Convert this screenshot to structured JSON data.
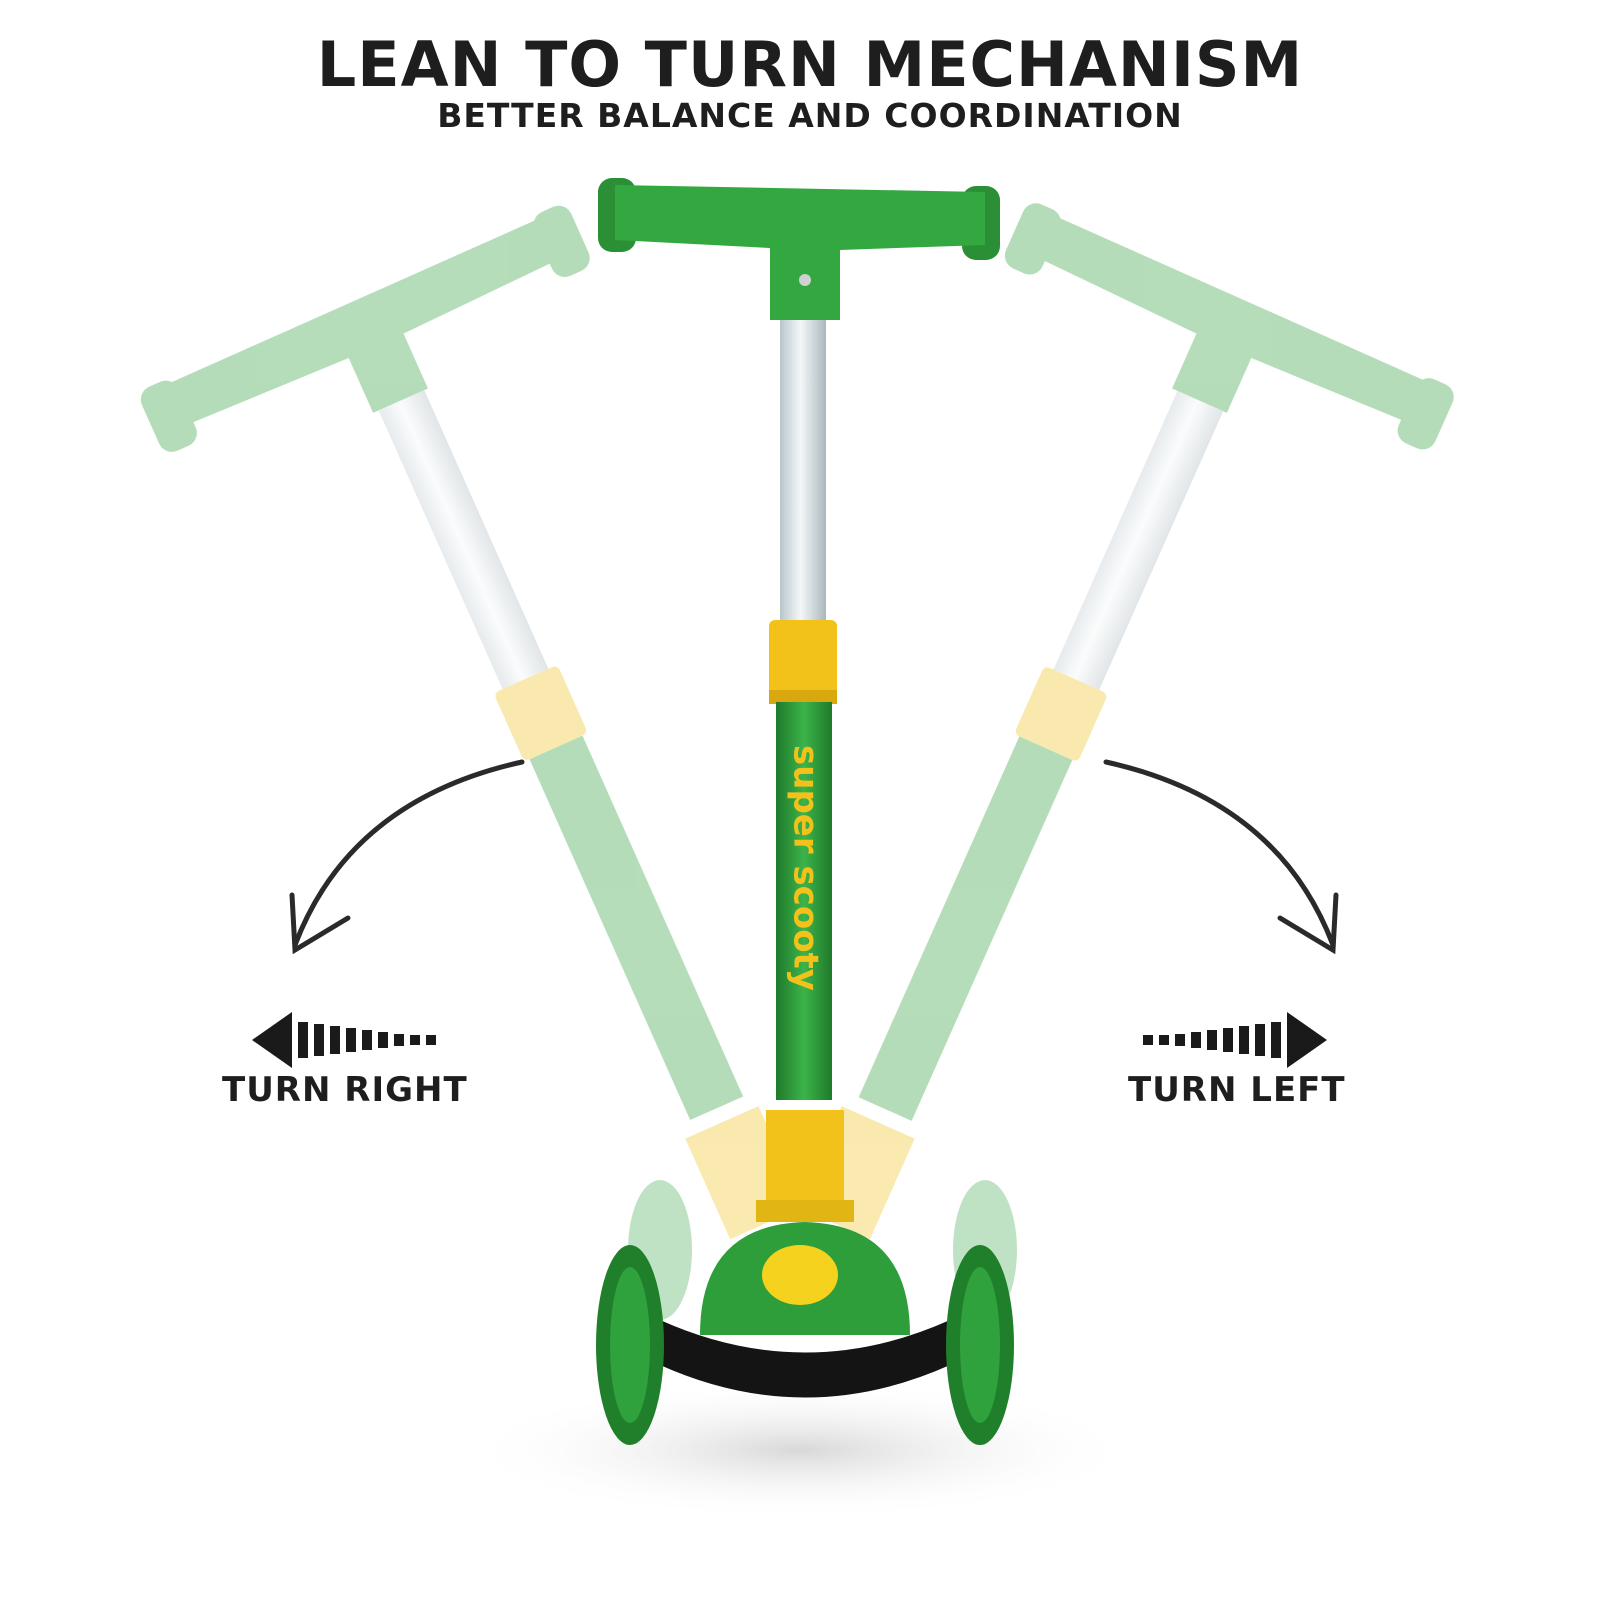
{
  "header": {
    "title": "LEAN TO TURN MECHANISM",
    "subtitle": "BETTER BALANCE AND COORDINATION"
  },
  "directions": {
    "left_side_label": "TURN RIGHT",
    "right_side_label": "TURN LEFT"
  },
  "stem_lettering": "super scooty",
  "colors": {
    "primary_green": "#2e9e3a",
    "accent_yellow": "#f2c21b",
    "text_dark": "#1e1e1e"
  },
  "icons": {
    "curved_arrow_left": "curved-arrow-left-icon",
    "curved_arrow_right": "curved-arrow-right-icon",
    "dotted_arrow_left": "dotted-arrow-left-icon",
    "dotted_arrow_right": "dotted-arrow-right-icon"
  }
}
